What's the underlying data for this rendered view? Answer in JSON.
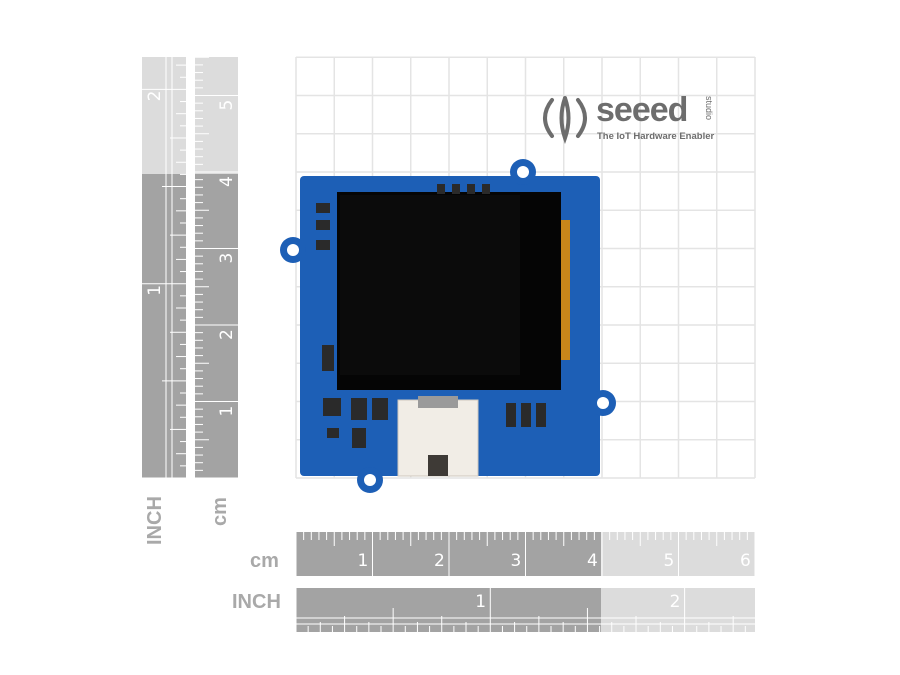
{
  "brand": {
    "name": "seeed",
    "sub": "studio",
    "tagline": "The IoT Hardware Enabler"
  },
  "rulers": {
    "cm_unit": "cm",
    "inch_unit": "INCH",
    "cm_labels": [
      "1",
      "2",
      "3",
      "4",
      "5",
      "6"
    ],
    "inch_labels": [
      "1",
      "2"
    ],
    "vertical_cm_labels": [
      "1",
      "2",
      "3",
      "4",
      "5"
    ],
    "vertical_inch_labels": [
      "1",
      "2"
    ]
  },
  "colors": {
    "ruler_dark": "#a3a3a3",
    "ruler_light": "#dcdcdc",
    "grid": "#e4e4e4",
    "pcb": "#1d5fb6",
    "screen": "#050505",
    "connector": "#f1ede6",
    "logo": "#6d6d6d"
  }
}
